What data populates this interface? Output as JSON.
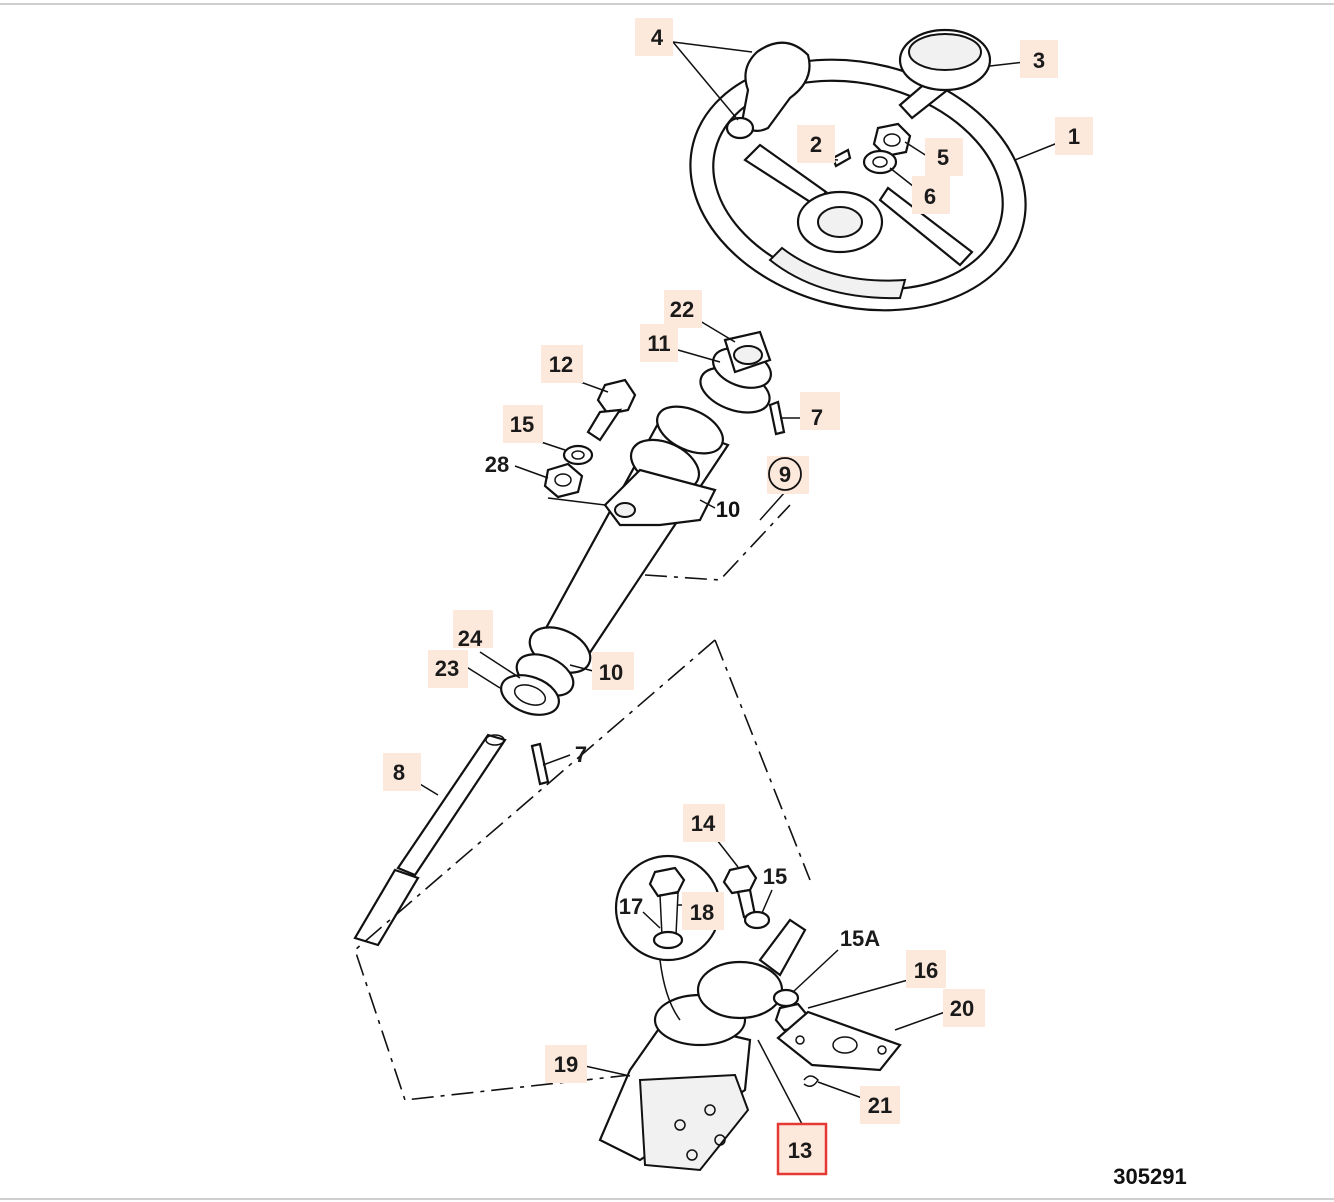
{
  "callouts": [
    {
      "id": "1",
      "text": "1"
    },
    {
      "id": "2",
      "text": "2"
    },
    {
      "id": "3",
      "text": "3"
    },
    {
      "id": "4",
      "text": "4"
    },
    {
      "id": "5",
      "text": "5"
    },
    {
      "id": "6",
      "text": "6"
    },
    {
      "id": "7a",
      "text": "7"
    },
    {
      "id": "7b",
      "text": "7"
    },
    {
      "id": "8",
      "text": "8"
    },
    {
      "id": "9",
      "text": "9"
    },
    {
      "id": "10a",
      "text": "10"
    },
    {
      "id": "10b",
      "text": "10"
    },
    {
      "id": "11",
      "text": "11"
    },
    {
      "id": "12",
      "text": "12"
    },
    {
      "id": "13",
      "text": "13"
    },
    {
      "id": "14",
      "text": "14"
    },
    {
      "id": "15a",
      "text": "15"
    },
    {
      "id": "15b",
      "text": "15"
    },
    {
      "id": "15A",
      "text": "15A"
    },
    {
      "id": "16",
      "text": "16"
    },
    {
      "id": "17",
      "text": "17"
    },
    {
      "id": "18",
      "text": "18"
    },
    {
      "id": "19",
      "text": "19"
    },
    {
      "id": "20",
      "text": "20"
    },
    {
      "id": "21",
      "text": "21"
    },
    {
      "id": "22",
      "text": "22"
    },
    {
      "id": "23",
      "text": "23"
    },
    {
      "id": "24",
      "text": "24"
    },
    {
      "id": "28",
      "text": "28"
    }
  ],
  "selected_callout": "13",
  "figure_number": "305291",
  "colors": {
    "callout_fill": "#fde8dc",
    "selected_border": "#e53935",
    "line": "#111111"
  }
}
